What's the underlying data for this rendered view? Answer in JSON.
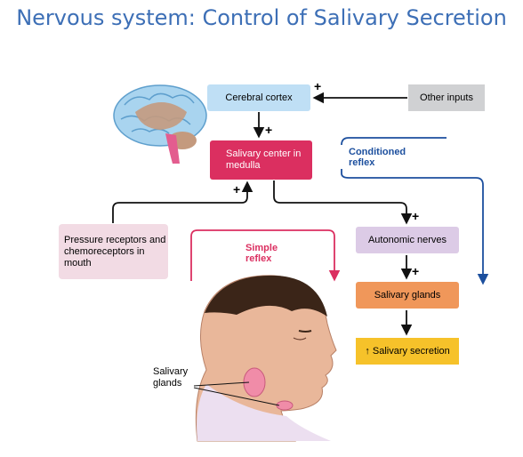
{
  "title": "Nervous system: Control of Salivary Secretion",
  "boxes": {
    "cerebral_cortex": "Cerebral cortex",
    "other_inputs": "Other inputs",
    "salivary_center": "Salivary center in medulla",
    "pressure_receptors": "Pressure receptors and chemoreceptors in mouth",
    "autonomic_nerves": "Autonomic nerves",
    "salivary_glands": "Salivary glands",
    "salivary_secretion": "↑ Salivary secretion"
  },
  "labels": {
    "conditioned_reflex": "Conditioned reflex",
    "simple_reflex": "Simple reflex",
    "salivary_glands_callout": "Salivary glands",
    "plus_sign": "+"
  },
  "colors": {
    "title": "#3d6fb6",
    "cortex_box": "#bfdff5",
    "other_box": "#d0d1d3",
    "center_box": "#db2f60",
    "pressure_box": "#f2dbe4",
    "autonomic_box": "#dccbe6",
    "glands_box": "#f0975a",
    "secretion_box": "#f6c22a",
    "conditioned_line": "#1c4f9e",
    "simple_line": "#db2f60"
  },
  "icons": {
    "brain": "brain-illustration",
    "head": "human-head-profile-illustration"
  }
}
